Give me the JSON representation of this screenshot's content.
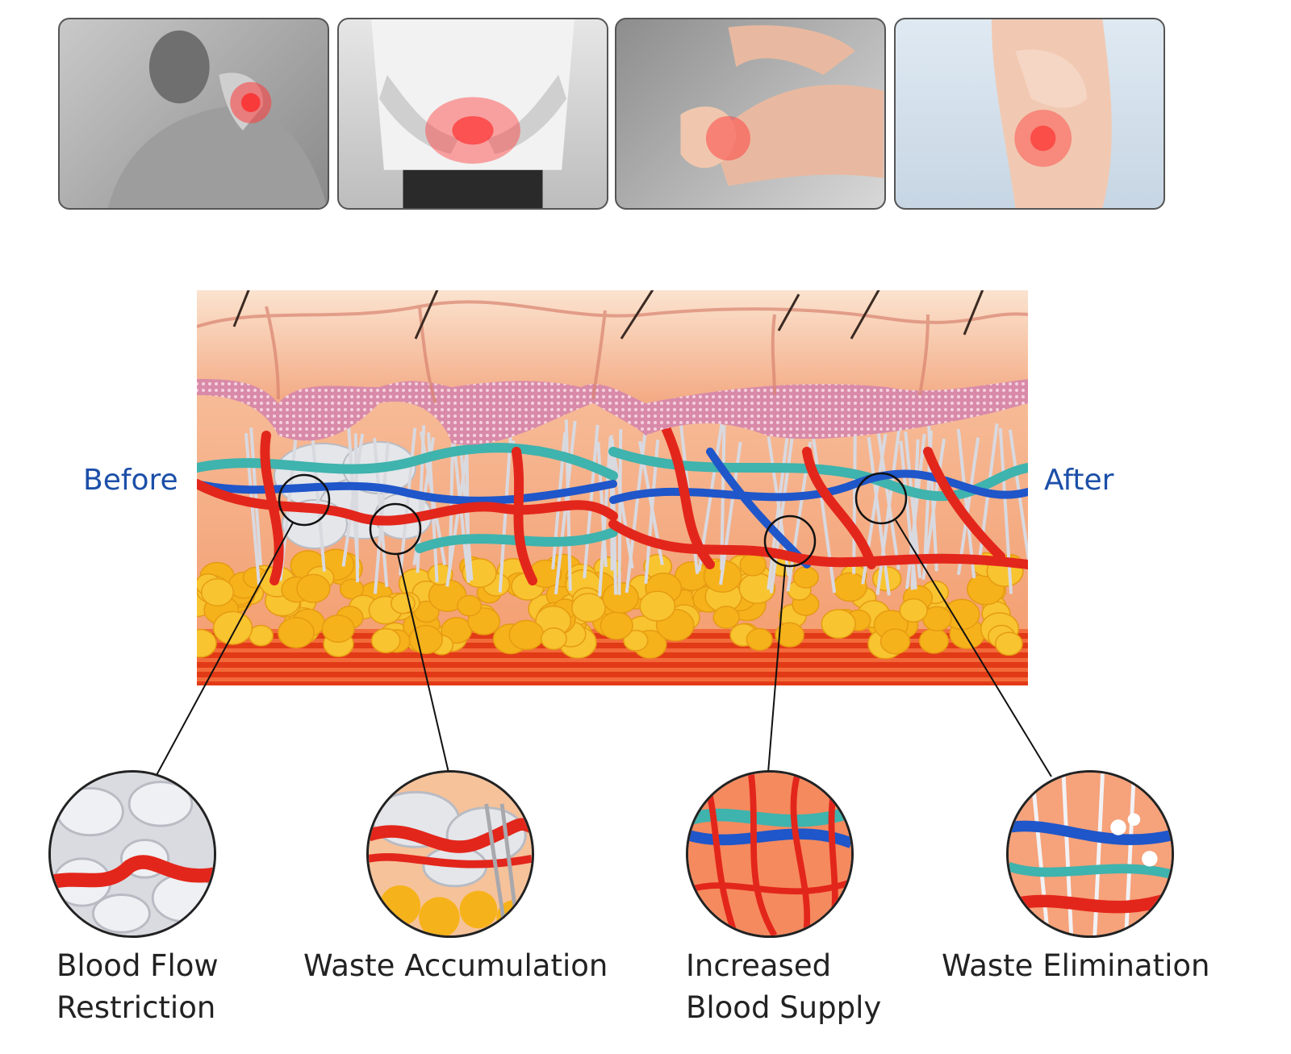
{
  "photos": [
    {
      "icon": "neck-pain-photo",
      "area": "neck"
    },
    {
      "icon": "back-pain-photo",
      "area": "lower back"
    },
    {
      "icon": "elbow-pain-photo",
      "area": "elbow"
    },
    {
      "icon": "knee-pain-photo",
      "area": "knee"
    }
  ],
  "labels": {
    "before": "Before",
    "after": "After"
  },
  "callouts": [
    {
      "label": "Blood Flow Restriction",
      "line1": "Blood Flow",
      "line2": "Restriction"
    },
    {
      "label": "Waste Accumulation",
      "line1": "Waste Accumulation",
      "line2": ""
    },
    {
      "label": "Increased Blood Supply",
      "line1": "Increased",
      "line2": "Blood Supply"
    },
    {
      "label": "Waste Elimination",
      "line1": "Waste Elimination",
      "line2": ""
    }
  ],
  "colors": {
    "skin": "#f6b893",
    "vein": "#1f56c9",
    "artery": "#e3261b",
    "lymph": "#3fb3ad",
    "fat": "#f6b21a",
    "muscle": "#e8461f",
    "waste": "#e4e6ea",
    "label_blue": "#1c4fa8"
  }
}
